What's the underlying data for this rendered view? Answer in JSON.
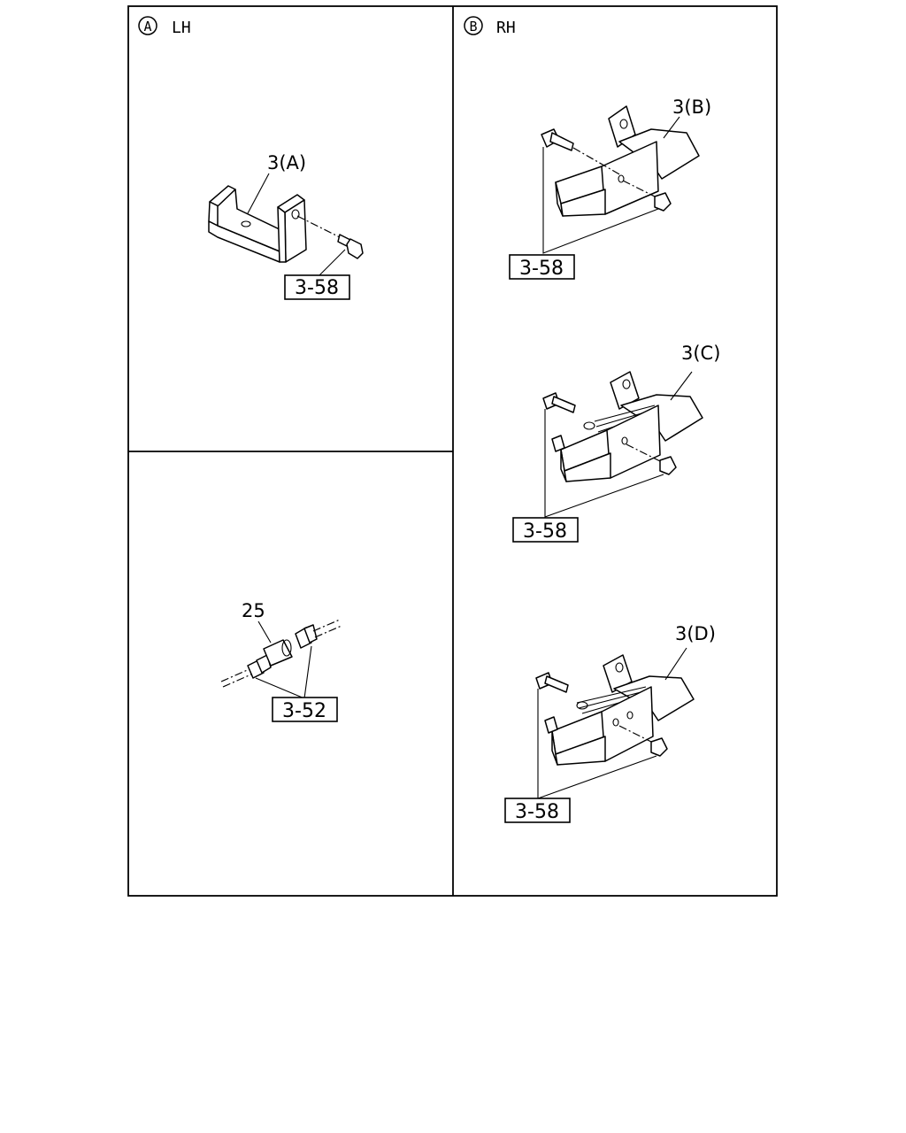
{
  "panels": {
    "a": {
      "marker": "A",
      "title": "LH"
    },
    "b": {
      "marker": "B",
      "title": "RH"
    }
  },
  "callouts": {
    "part_3a": "3(A)",
    "part_3b": "3(B)",
    "part_3c": "3(C)",
    "part_3d": "3(D)",
    "part_25": "25"
  },
  "refs": {
    "lh_bolt": "3-58",
    "rh_b_bolt": "3-58",
    "rh_c_bolt": "3-58",
    "rh_d_bolt": "3-58",
    "hose_joint": "3-52"
  }
}
